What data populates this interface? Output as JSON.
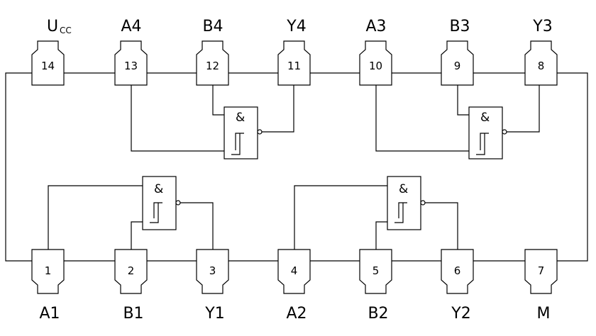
{
  "diagram": {
    "top_pins": [
      {
        "num": "14",
        "label": "U",
        "sub": "CC"
      },
      {
        "num": "13",
        "label": "A4"
      },
      {
        "num": "12",
        "label": "B4"
      },
      {
        "num": "11",
        "label": "Y4"
      },
      {
        "num": "10",
        "label": "A3"
      },
      {
        "num": "9",
        "label": "B3"
      },
      {
        "num": "8",
        "label": "Y3"
      }
    ],
    "bottom_pins": [
      {
        "num": "1",
        "label": "A1"
      },
      {
        "num": "2",
        "label": "B1"
      },
      {
        "num": "3",
        "label": "Y1"
      },
      {
        "num": "4",
        "label": "A2"
      },
      {
        "num": "5",
        "label": "B2"
      },
      {
        "num": "6",
        "label": "Y2"
      },
      {
        "num": "7",
        "label": "M"
      }
    ],
    "gate_symbol": "&",
    "gate_count": 4,
    "gate_type": "2-input NAND with Schmitt-trigger inputs"
  }
}
